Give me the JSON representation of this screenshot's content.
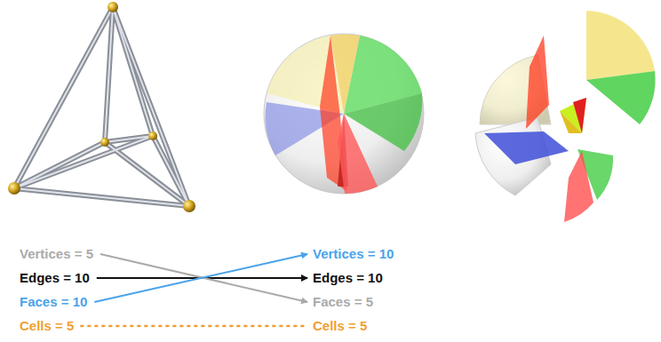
{
  "diagram": {
    "labels": [
      "Vertices = 5",
      "Edges = 10",
      "Faces = 10",
      "Cells = 5",
      "Vertices = 10",
      "Edges = 10",
      "Faces = 5",
      "Cells = 5"
    ]
  }
}
